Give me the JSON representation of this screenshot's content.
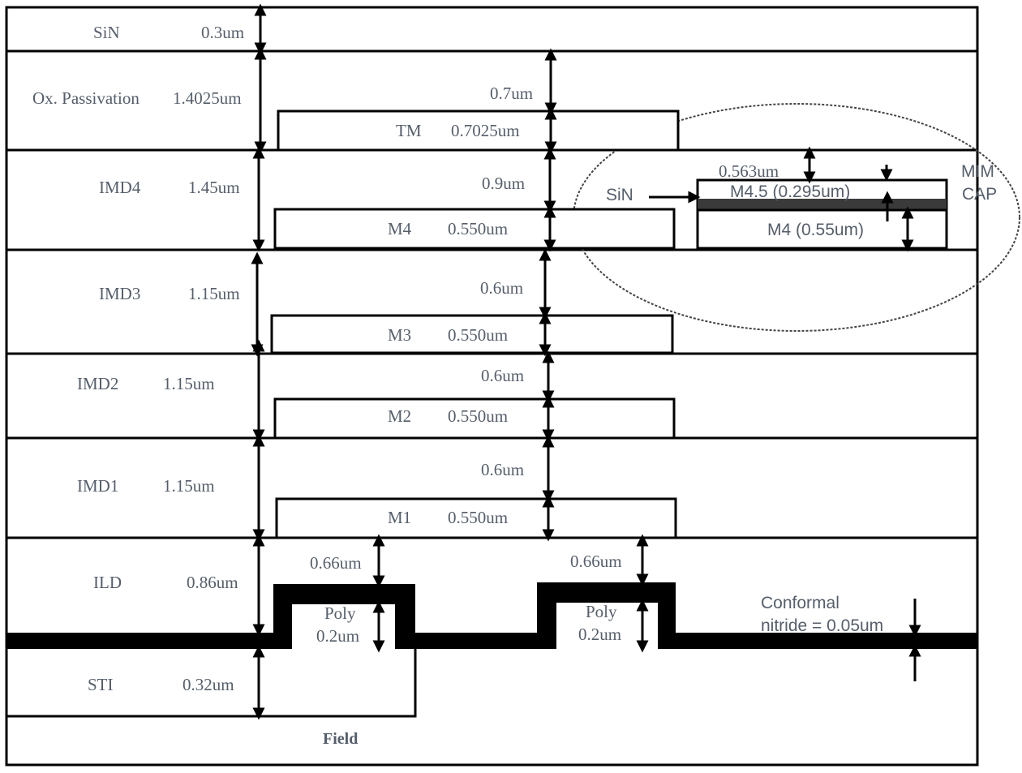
{
  "layers": [
    {
      "name": "SiN",
      "thickness": "0.3um"
    },
    {
      "name": "Ox. Passivation",
      "thickness": "1.4025um"
    },
    {
      "name": "IMD4",
      "thickness": "1.45um"
    },
    {
      "name": "IMD3",
      "thickness": "1.15um"
    },
    {
      "name": "IMD2",
      "thickness": "1.15um"
    },
    {
      "name": "IMD1",
      "thickness": "1.15um"
    },
    {
      "name": "ILD",
      "thickness": "0.86um"
    },
    {
      "name": "STI",
      "thickness": "0.32um"
    }
  ],
  "metals": [
    {
      "name": "TM",
      "thickness": "0.7025um",
      "gap": "0.7um"
    },
    {
      "name": "M4",
      "thickness": "0.550um",
      "gap": "0.9um"
    },
    {
      "name": "M3",
      "thickness": "0.550um",
      "gap": "0.6um"
    },
    {
      "name": "M2",
      "thickness": "0.550um",
      "gap": "0.6um"
    },
    {
      "name": "M1",
      "thickness": "0.550um",
      "gap": "0.6um"
    }
  ],
  "poly": [
    {
      "name": "Poly",
      "thickness": "0.2um",
      "gap": "0.66um"
    },
    {
      "name": "Poly",
      "thickness": "0.2um",
      "gap": "0.66um"
    }
  ],
  "mim": {
    "title_line1": "MIM",
    "title_line2": "CAP",
    "sin_label": "SiN",
    "gap": "0.563um",
    "top_plate": "M4.5 (0.295um)",
    "bottom_plate": "M4 (0.55um)"
  },
  "nitride": {
    "line1": "Conformal",
    "line2": "nitride = 0.05um"
  },
  "field_label": "Field",
  "colors": {
    "text": "#555e6a",
    "line": "#000000",
    "sin_band": "#3a3a3a"
  }
}
